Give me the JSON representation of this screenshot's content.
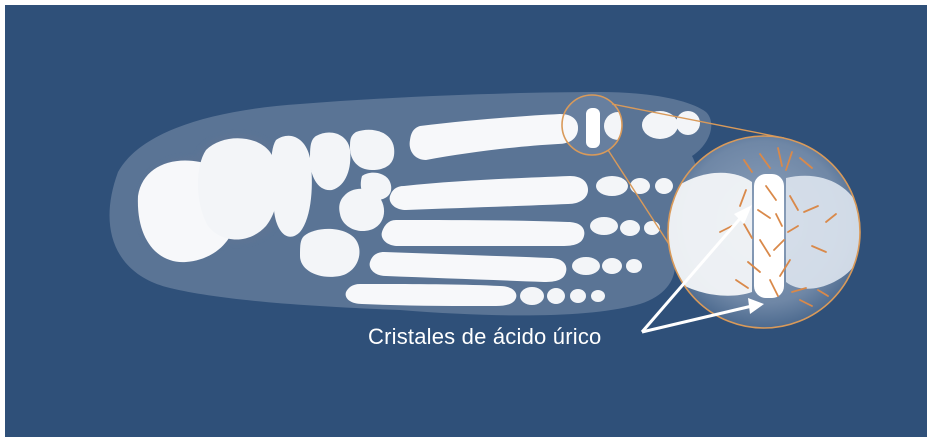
{
  "illustration": {
    "caption": "Cristales de ácido úrico",
    "colors": {
      "background": "#2f5079",
      "frame": "#ffffff",
      "soft_tissue": "#7d92ad",
      "bone": "#f7f8fa",
      "bone_shadow": "#5e7594",
      "zoom_ring": "#d99a5a",
      "crystals": "#d9894a",
      "arrows": "#ffffff"
    },
    "icons": [
      "foot-bones-xray",
      "magnifier-zoom-circle",
      "urate-crystal-needles",
      "pointer-arrows"
    ]
  }
}
